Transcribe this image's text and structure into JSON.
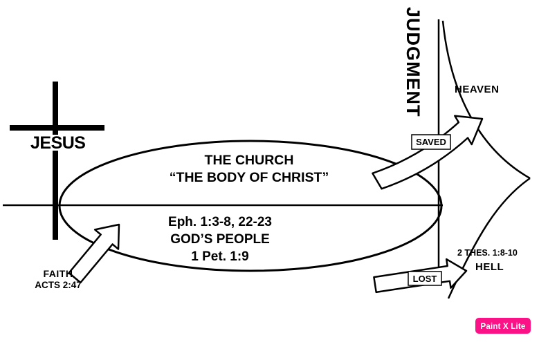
{
  "cross": {
    "label": "JESUS"
  },
  "church": {
    "title": "THE CHURCH",
    "subtitle": "“THE BODY OF CHRIST”",
    "reference": "Eph. 1:3-8, 22-23",
    "people": "GOD’S PEOPLE",
    "people_reference": "1 Pet. 1:9"
  },
  "entry": {
    "label": "FAITH",
    "reference": "ACTS 2:47"
  },
  "judgment": {
    "label": "JUDGMENT"
  },
  "outcomes": {
    "saved": {
      "label": "SAVED",
      "destination": "HEAVEN"
    },
    "lost": {
      "label": "LOST",
      "destination": "HELL",
      "reference": "2 THES. 1:8-10"
    }
  },
  "watermark": {
    "label": "Paint X Lite",
    "color": "#FA1286"
  },
  "colors": {
    "ink": "#000000",
    "background": "#FFFFFF"
  }
}
